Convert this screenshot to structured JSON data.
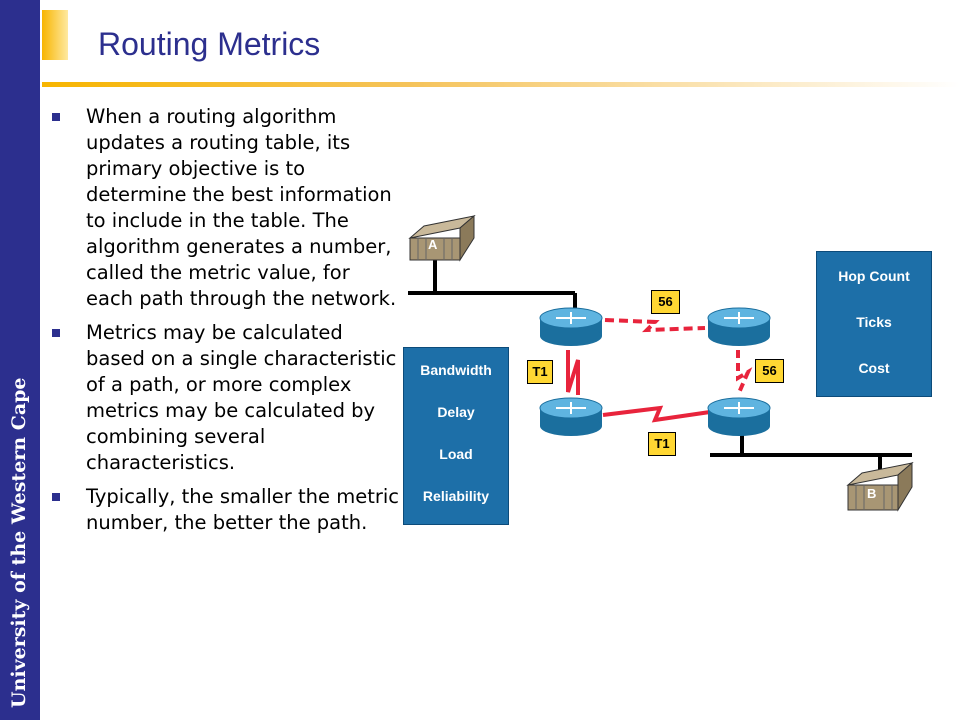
{
  "sidebar": {
    "text": "University of the Western Cape"
  },
  "slide": {
    "title": "Routing Metrics",
    "bullets": [
      "When a routing algorithm updates a routing table, its primary objective is to determine the best information to include in the table. The algorithm generates a number, called the metric value, for each path through the network.",
      "Metrics may be calculated based on a single characteristic of a path, or more complex metrics may be calculated by combining several characteristics.",
      "Typically, the smaller the metric number, the better the path."
    ]
  },
  "diagram": {
    "host_a": "A",
    "host_b": "B",
    "left_box": [
      "Bandwidth",
      "Delay",
      "Load",
      "Reliability"
    ],
    "right_box": [
      "Hop Count",
      "Ticks",
      "Cost"
    ],
    "links": {
      "top": "56",
      "right": "56",
      "left": "T1",
      "bottom": "T1"
    },
    "colors": {
      "box": "#1d6fa8",
      "label": "#ffd733",
      "serial_line": "#e8243c",
      "router": "#2a8cc0"
    }
  }
}
